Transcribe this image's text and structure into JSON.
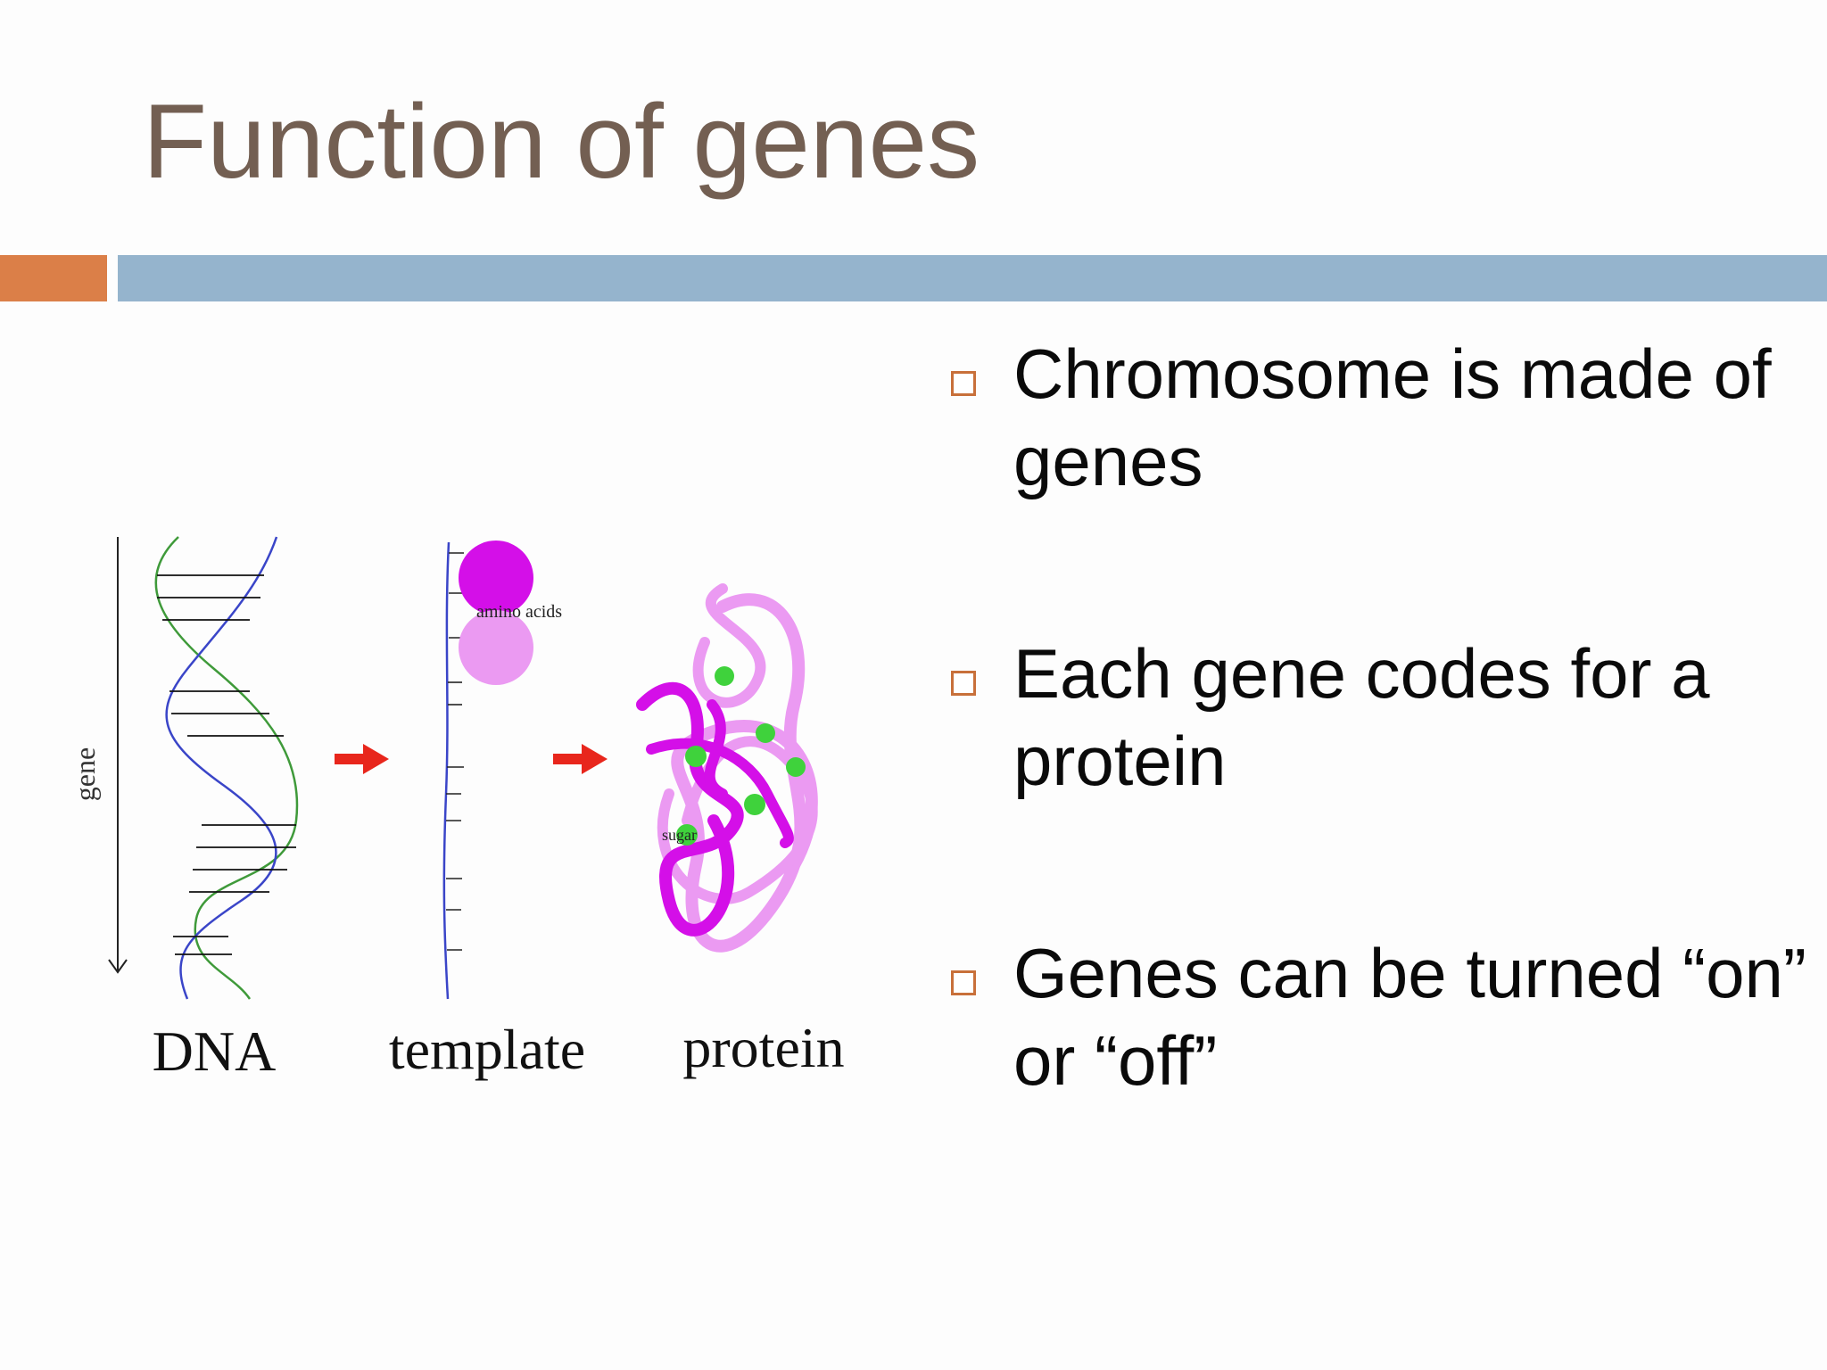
{
  "slide": {
    "title": "Function of genes"
  },
  "diagram": {
    "axis_label": "gene",
    "small_label_amino": "amino acids",
    "small_label_sugar": "sugar",
    "captions": [
      "DNA",
      "template",
      "protein"
    ]
  },
  "bullets": [
    {
      "text": "Chromosome is made of genes"
    },
    {
      "text": "Each gene codes for a protein"
    },
    {
      "text": "Genes can be turned “on” or “off”"
    }
  ],
  "colors": {
    "title": "#735f52",
    "accent_bar": "#db7f48",
    "main_bar": "#95b4cd",
    "bullet_marker": "#c8703a",
    "arrow": "#e8261c",
    "amino_dark": "#d40fe8",
    "amino_light": "#eb9af2"
  }
}
